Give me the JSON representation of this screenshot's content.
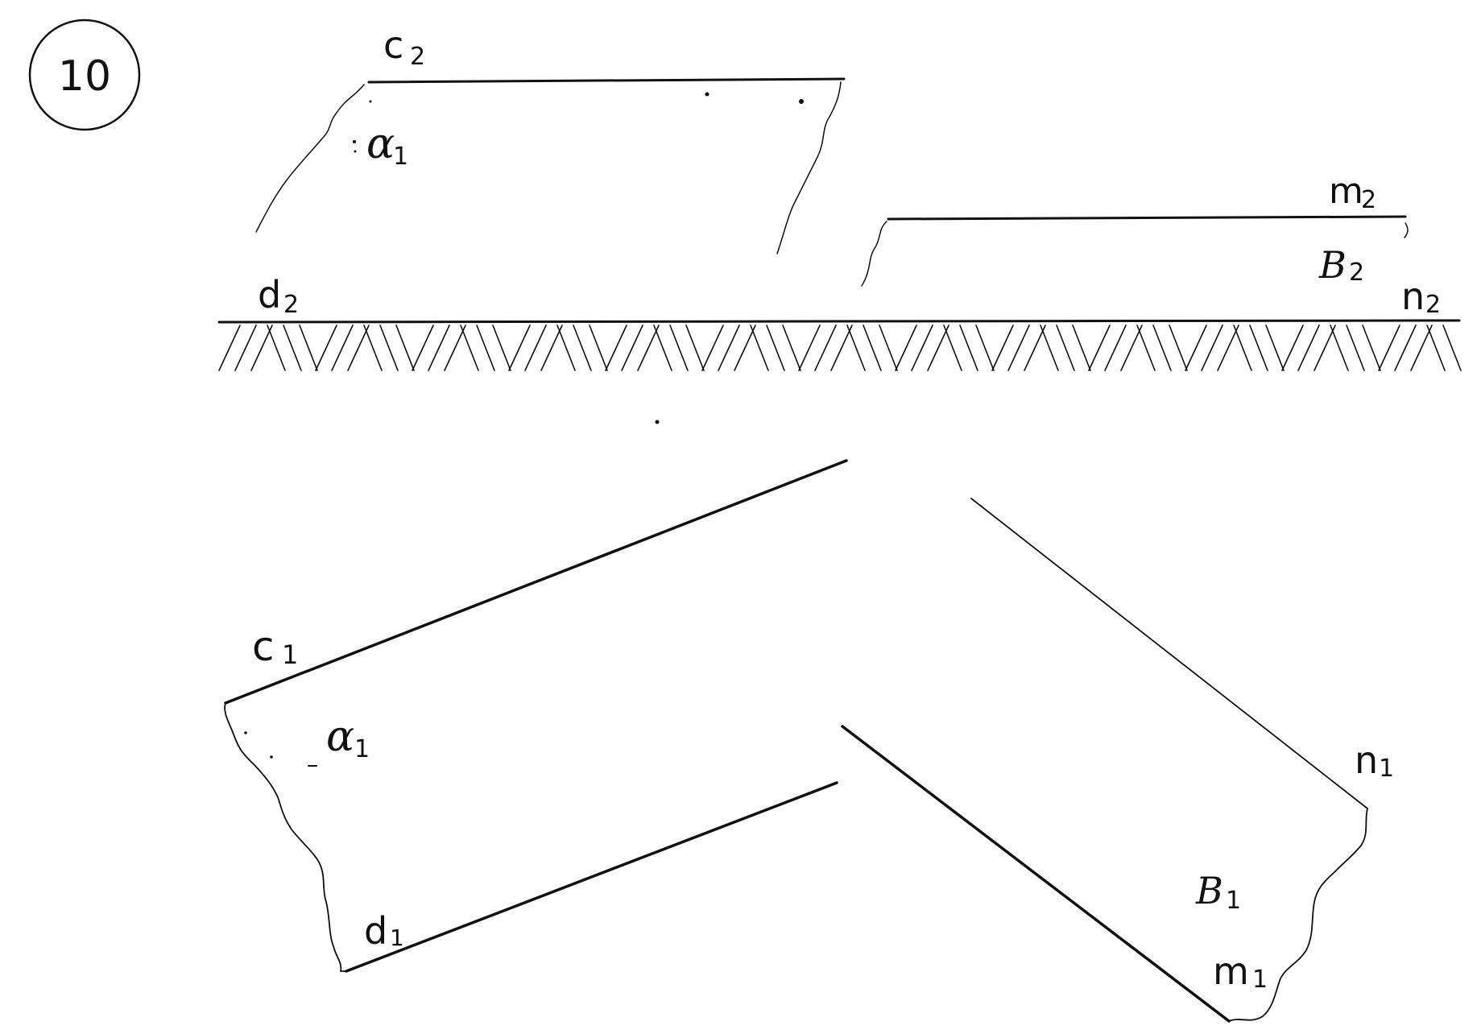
{
  "figure_number": "10",
  "colors": {
    "ink": "#111111",
    "background": "#ffffff"
  },
  "labels": {
    "c2": {
      "letter": "c",
      "sub": "2"
    },
    "alpha_top": {
      "letter": "α",
      "sub": "1"
    },
    "m2": {
      "letter": "m",
      "sub": "2"
    },
    "beta2": {
      "letter": "B",
      "sub": "2"
    },
    "d2": {
      "letter": "d",
      "sub": "2"
    },
    "n2": {
      "letter": "n",
      "sub": "2"
    },
    "c1": {
      "letter": "c",
      "sub": "1"
    },
    "alpha_bottom": {
      "letter": "α",
      "sub": "1"
    },
    "d1": {
      "letter": "d",
      "sub": "1"
    },
    "n1": {
      "letter": "n",
      "sub": "1"
    },
    "beta1": {
      "letter": "B",
      "sub": "1"
    },
    "m1": {
      "letter": "m",
      "sub": "1"
    }
  }
}
